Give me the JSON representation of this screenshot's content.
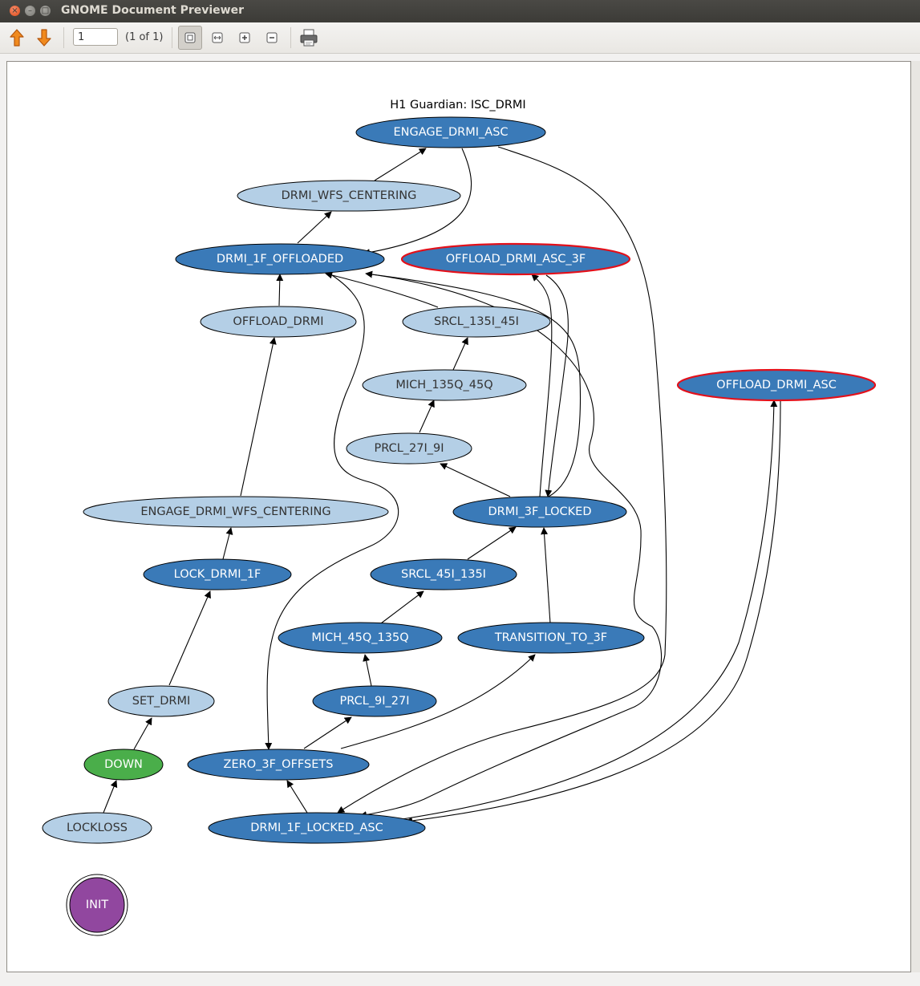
{
  "window": {
    "title": "GNOME Document Previewer",
    "close_glyph": "×",
    "min_glyph": "–",
    "max_glyph": "□"
  },
  "toolbar": {
    "prev_page_icon": "arrow-up-icon",
    "next_page_icon": "arrow-down-icon",
    "page_value": "1",
    "page_count": "(1 of 1)",
    "zoom_fit_icon": "best-fit-icon",
    "zoom_width_icon": "fit-width-icon",
    "zoom_in_icon": "zoom-in-icon",
    "zoom_out_icon": "zoom-out-icon",
    "print_icon": "printer-icon"
  },
  "colors": {
    "dark_node_fill": "#3a7ab8",
    "light_node_fill": "#b4cfe6",
    "down_fill": "#4aae4a",
    "init_fill": "#91479f",
    "highlight_border": "#e3101a",
    "arrow_up": "#e8771a"
  },
  "graph": {
    "title": "H1 Guardian: ISC_DRMI",
    "nodes": {
      "engage_drmi_asc": "ENGAGE_DRMI_ASC",
      "drmi_wfs_centering": "DRMI_WFS_CENTERING",
      "drmi_1f_offloaded": "DRMI_1F_OFFLOADED",
      "offload_drmi_asc_3f": "OFFLOAD_DRMI_ASC_3F",
      "offload_drmi": "OFFLOAD_DRMI",
      "srcl_135i_45i": "SRCL_135I_45I",
      "offload_drmi_asc": "OFFLOAD_DRMI_ASC",
      "mich_135q_45q": "MICH_135Q_45Q",
      "prcl_27i_9i": "PRCL_27I_9I",
      "engage_drmi_wfs_centering": "ENGAGE_DRMI_WFS_CENTERING",
      "drmi_3f_locked": "DRMI_3F_LOCKED",
      "lock_drmi_1f": "LOCK_DRMI_1F",
      "srcl_45i_135i": "SRCL_45I_135I",
      "mich_45q_135q": "MICH_45Q_135Q",
      "transition_to_3f": "TRANSITION_TO_3F",
      "set_drmi": "SET_DRMI",
      "prcl_9i_27i": "PRCL_9I_27I",
      "down": "DOWN",
      "zero_3f_offsets": "ZERO_3F_OFFSETS",
      "lockloss": "LOCKLOSS",
      "drmi_1f_locked_asc": "DRMI_1F_LOCKED_ASC",
      "init": "INIT"
    }
  }
}
